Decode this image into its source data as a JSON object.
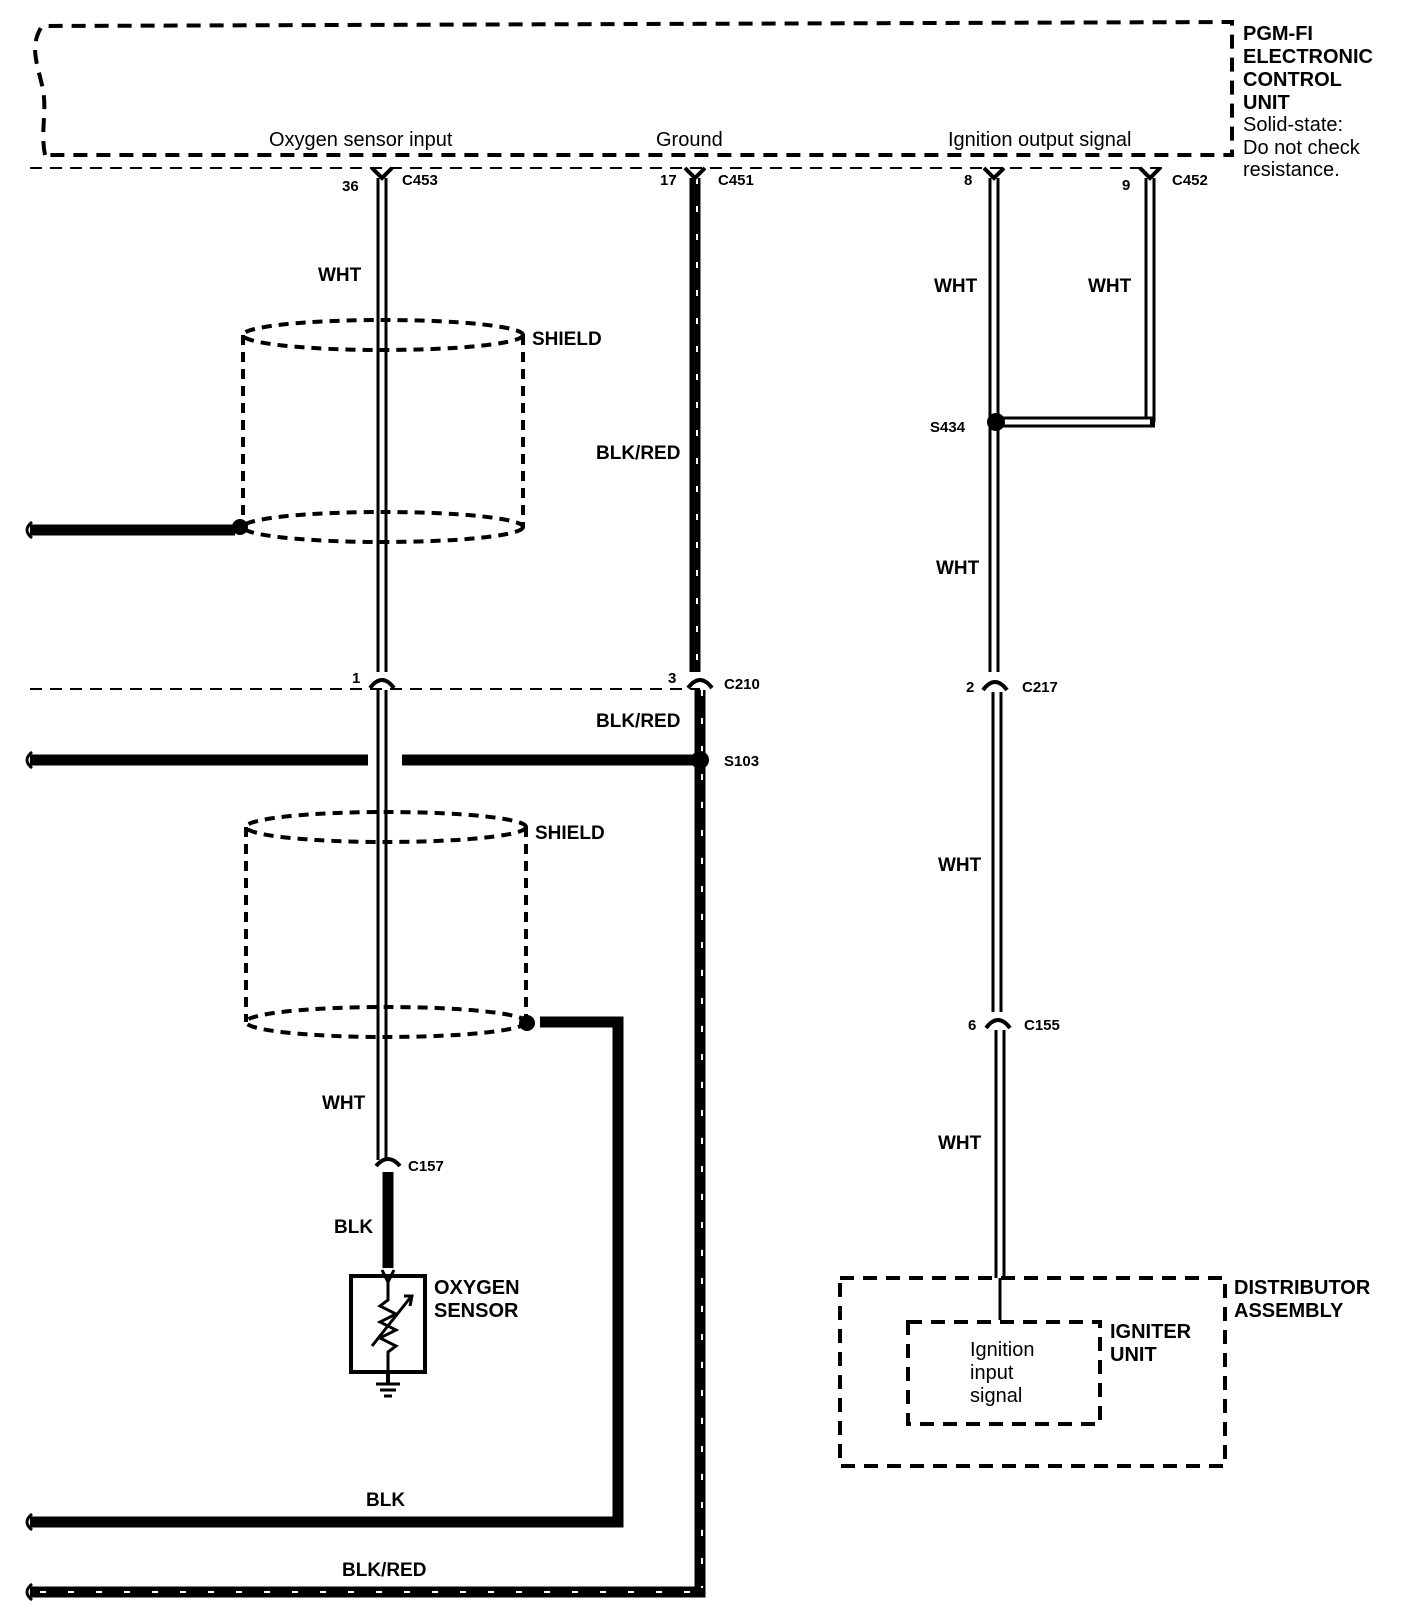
{
  "ecu": {
    "title_lines": [
      "PGM-FI",
      "ELECTRONIC",
      "CONTROL",
      "UNIT"
    ],
    "note_lines": [
      "Solid-state:",
      "Do not check",
      "resistance."
    ],
    "signals": {
      "oxygen": "Oxygen sensor input",
      "ground": "Ground",
      "ignition": "Ignition output signal"
    }
  },
  "connectors": {
    "c453": {
      "pin": "36",
      "name": "C453"
    },
    "c451": {
      "pin": "17",
      "name": "C451"
    },
    "c452": {
      "pin_a": "8",
      "pin_b": "9",
      "name": "C452"
    },
    "c210": {
      "pin_a": "1",
      "pin_b": "3",
      "name": "C210"
    },
    "c217": {
      "pin": "2",
      "name": "C217"
    },
    "c155": {
      "pin": "6",
      "name": "C155"
    },
    "c157": {
      "name": "C157"
    }
  },
  "splices": {
    "s434": "S434",
    "s103": "S103"
  },
  "wires": {
    "wht": "WHT",
    "blk": "BLK",
    "blk_red": "BLK/RED"
  },
  "shield_label": "SHIELD",
  "oxygen_sensor": {
    "lines": [
      "OXYGEN",
      "SENSOR"
    ]
  },
  "distributor": {
    "lines": [
      "DISTRIBUTOR",
      "ASSEMBLY"
    ]
  },
  "igniter": {
    "lines": [
      "IGNITER",
      "UNIT"
    ],
    "signal_lines": [
      "Ignition",
      "input",
      "signal"
    ]
  }
}
